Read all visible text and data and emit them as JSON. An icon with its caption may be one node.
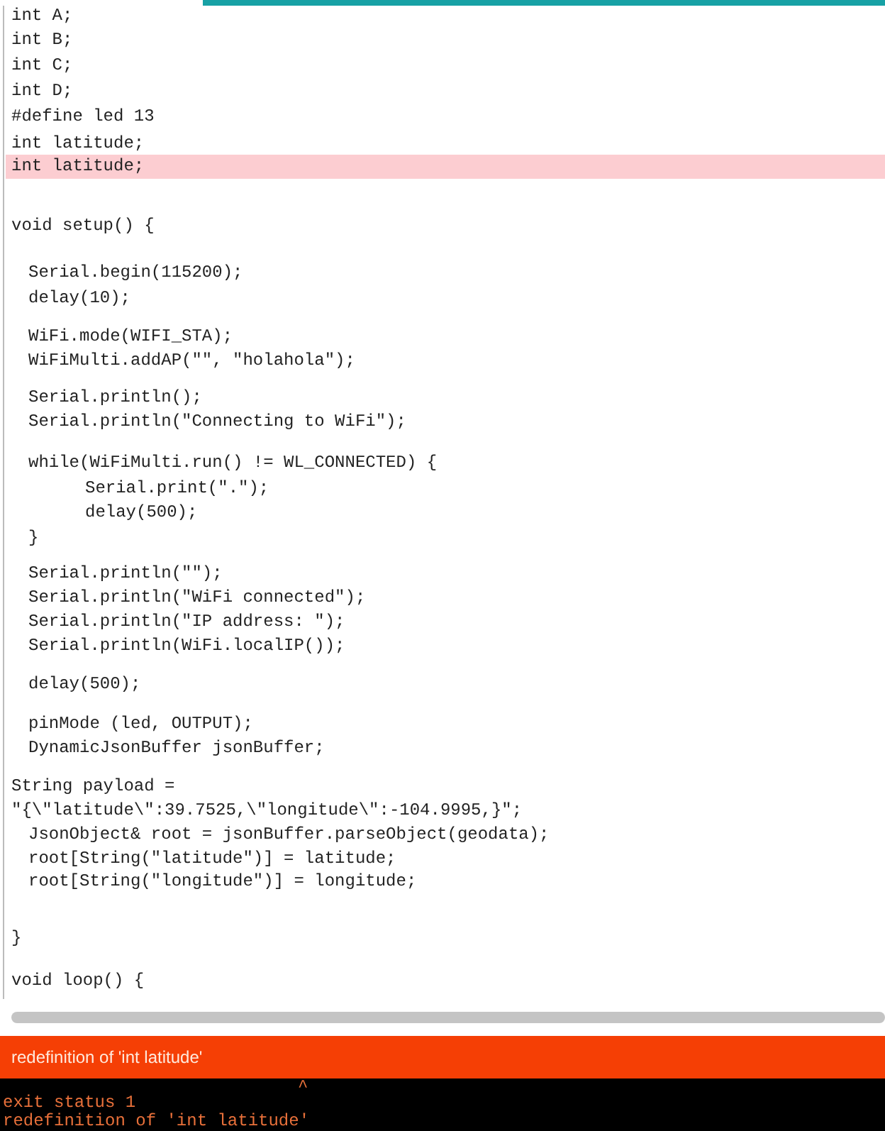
{
  "diagram": {
    "labels": [
      "int A;",
      "int B;",
      "int C;",
      "int D;",
      "#define led 13",
      "int latitude;",
      "int latitude;",
      "void setup() {",
      "Serial.begin(115200);",
      "delay(10);",
      "WiFi.mode(WIFI_STA);",
      "WiFiMulti.addAP(\"\", \"holahola\");",
      "Serial.println();",
      "Serial.println(\"Connecting to WiFi\");",
      "while(WiFiMulti.run() != WL_CONNECTED) {",
      "Serial.print(\".\");",
      "delay(500);",
      "}",
      "Serial.println(\"\");",
      "Serial.println(\"WiFi connected\");",
      "Serial.println(\"IP address: \");",
      "Serial.println(WiFi.localIP());",
      "delay(500);",
      "pinMode (led, OUTPUT);",
      "DynamicJsonBuffer jsonBuffer;",
      "String payload =",
      "\"{\\\"latitude\\\":39.7525,\\\"longitude\\\":-104.9995,}\";",
      "JsonObject& root = jsonBuffer.parseObject(geodata);",
      "root[String(\"latitude\")] = latitude;",
      "root[String(\"longitude\")] = longitude;",
      "}",
      "void loop() {",
      "redefinition of 'int latitude'",
      "^",
      "exit status 1",
      "redefinition of 'int latitude'"
    ]
  }
}
